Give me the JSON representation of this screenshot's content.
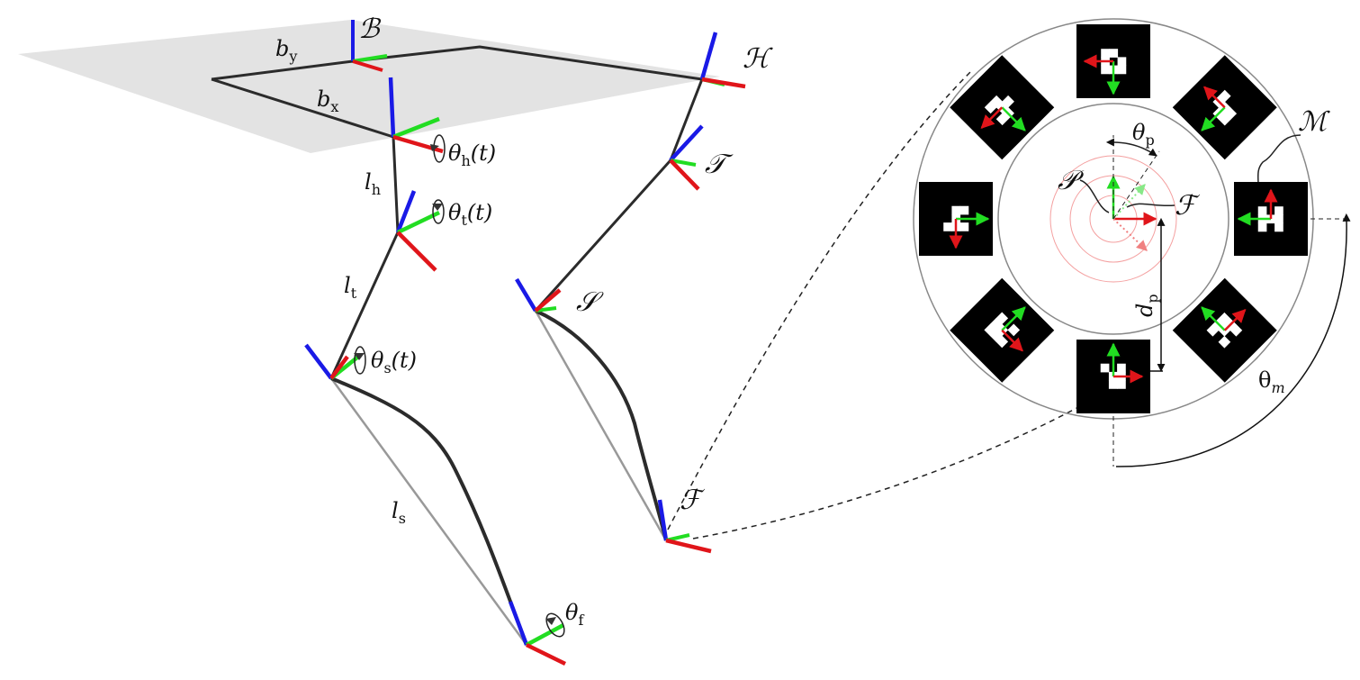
{
  "labels": {
    "base": "ℬ",
    "hip": "ℋ",
    "thigh": "𝒯",
    "shank": "𝒮",
    "foot_left": "ℱ",
    "foot_right": "ℱ",
    "plate": "𝒫",
    "marker": "ℳ",
    "b_y": "b",
    "b_y_sub": "y",
    "b_x": "b",
    "b_x_sub": "x",
    "l_h": "l",
    "l_h_sub": "h",
    "l_t": "l",
    "l_t_sub": "t",
    "l_s": "l",
    "l_s_sub": "s",
    "theta_h": "θ",
    "theta_h_sub": "h",
    "theta_h_t": "(t)",
    "theta_t": "θ",
    "theta_t_sub": "t",
    "theta_t_t": "(t)",
    "theta_s": "θ",
    "theta_s_sub": "s",
    "theta_s_t": "(t)",
    "theta_f": "θ",
    "theta_f_sub": "f",
    "theta_p": "θ",
    "theta_p_sub": "p",
    "d_p": "d",
    "d_p_sub": "p",
    "theta_m": "θ",
    "theta_m_sub": "m"
  },
  "colors": {
    "axis_x": "#e0151a",
    "axis_y": "#22dd22",
    "axis_z": "#1a1ae6",
    "link": "#2b2b2b",
    "plane": "#d9d9d9",
    "marker_bg": "#000000",
    "ring": "#888888",
    "pink": "#f4a0a0"
  }
}
